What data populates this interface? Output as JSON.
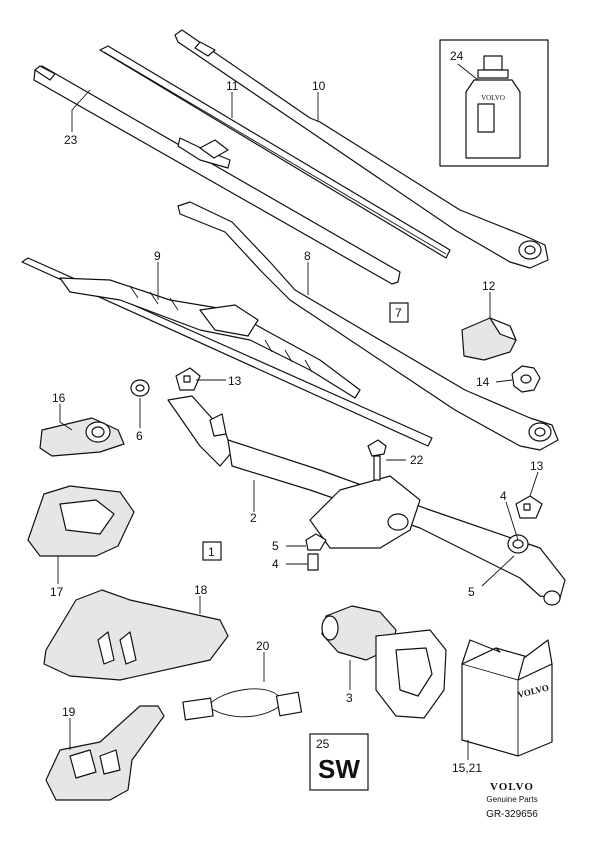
{
  "callouts": {
    "c1": "1",
    "c2": "2",
    "c3": "3",
    "c4a": "4",
    "c4b": "4",
    "c5a": "5",
    "c5b": "5",
    "c6": "6",
    "c7": "7",
    "c8": "8",
    "c9": "9",
    "c10": "10",
    "c11": "11",
    "c12": "12",
    "c13a": "13",
    "c13b": "13",
    "c14": "14",
    "c16": "16",
    "c17": "17",
    "c18": "18",
    "c19": "19",
    "c20": "20",
    "c22": "22",
    "c23": "23",
    "c24": "24",
    "c25": "25",
    "c1521": "15,21"
  },
  "labels": {
    "sw": "SW",
    "bottle_brand": "VOLVO",
    "box_brand": "VOLVO"
  },
  "footer": {
    "brand": "VOLVO",
    "genuine": "Genuine Parts",
    "code": "GR-329656"
  },
  "colors": {
    "line": "#111111",
    "shade": "#e6e6e6",
    "background": "#ffffff"
  }
}
